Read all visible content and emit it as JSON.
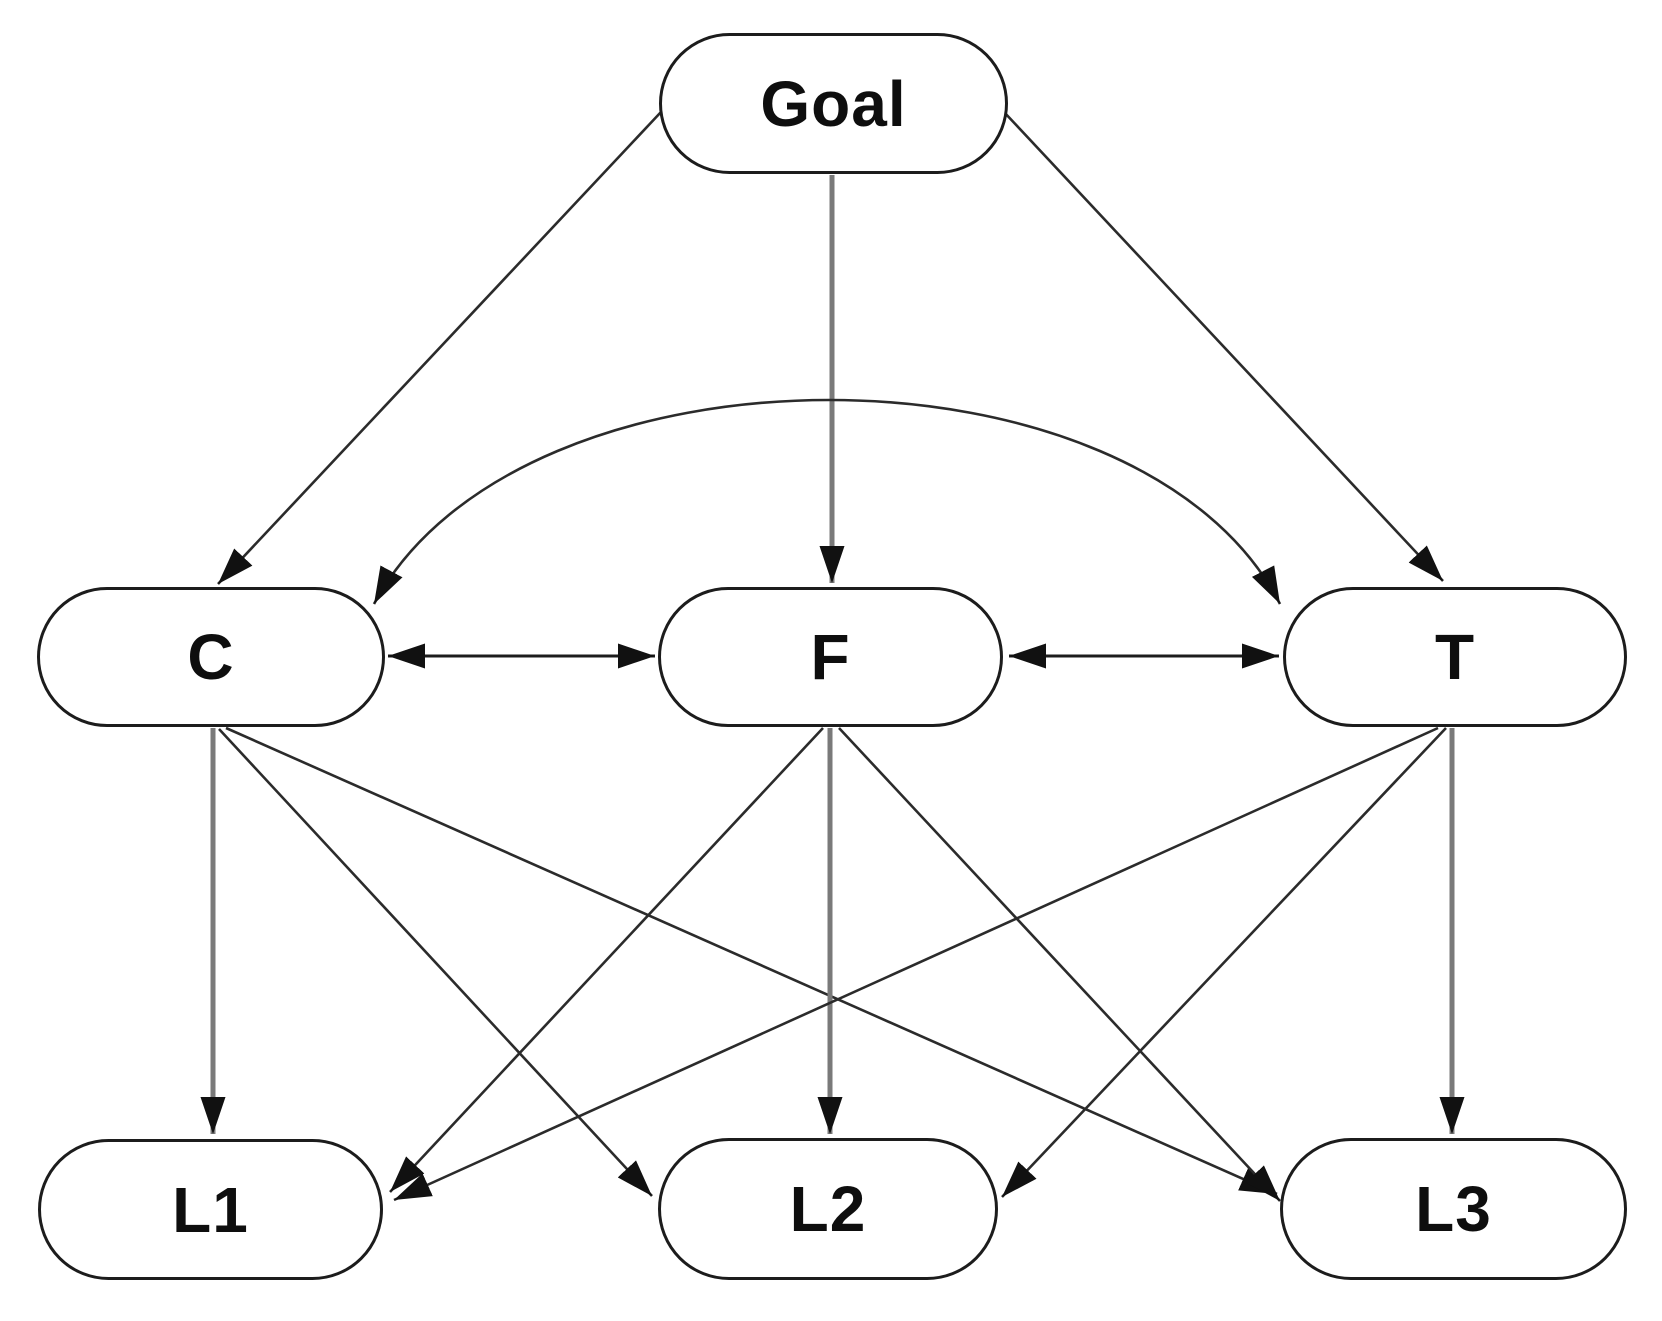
{
  "diagram": {
    "type": "hierarchy-network",
    "background_color": "#ffffff",
    "node_fill": "#ffffff",
    "node_border_color": "#1c1c1c",
    "edge_color": "#2b2b2b",
    "vertical_edge_color": "#7a7a7a",
    "arrowhead_color": "#111111",
    "nodes": {
      "goal": {
        "label": "Goal"
      },
      "c": {
        "label": "C"
      },
      "f": {
        "label": "F"
      },
      "t": {
        "label": "T"
      },
      "l1": {
        "label": "L1"
      },
      "l2": {
        "label": "L2"
      },
      "l3": {
        "label": "L3"
      }
    },
    "edges": [
      {
        "from": "Goal",
        "to": "C",
        "direction": "one-way"
      },
      {
        "from": "Goal",
        "to": "F",
        "direction": "one-way"
      },
      {
        "from": "Goal",
        "to": "T",
        "direction": "one-way"
      },
      {
        "from": "C",
        "to": "T",
        "direction": "two-way",
        "shape": "arc-over-F"
      },
      {
        "from": "C",
        "to": "F",
        "direction": "two-way"
      },
      {
        "from": "F",
        "to": "T",
        "direction": "two-way"
      },
      {
        "from": "C",
        "to": "L1",
        "direction": "one-way"
      },
      {
        "from": "C",
        "to": "L2",
        "direction": "one-way"
      },
      {
        "from": "C",
        "to": "L3",
        "direction": "one-way"
      },
      {
        "from": "F",
        "to": "L1",
        "direction": "one-way"
      },
      {
        "from": "F",
        "to": "L2",
        "direction": "one-way"
      },
      {
        "from": "F",
        "to": "L3",
        "direction": "one-way"
      },
      {
        "from": "T",
        "to": "L1",
        "direction": "one-way"
      },
      {
        "from": "T",
        "to": "L2",
        "direction": "one-way"
      },
      {
        "from": "T",
        "to": "L3",
        "direction": "one-way"
      }
    ]
  }
}
